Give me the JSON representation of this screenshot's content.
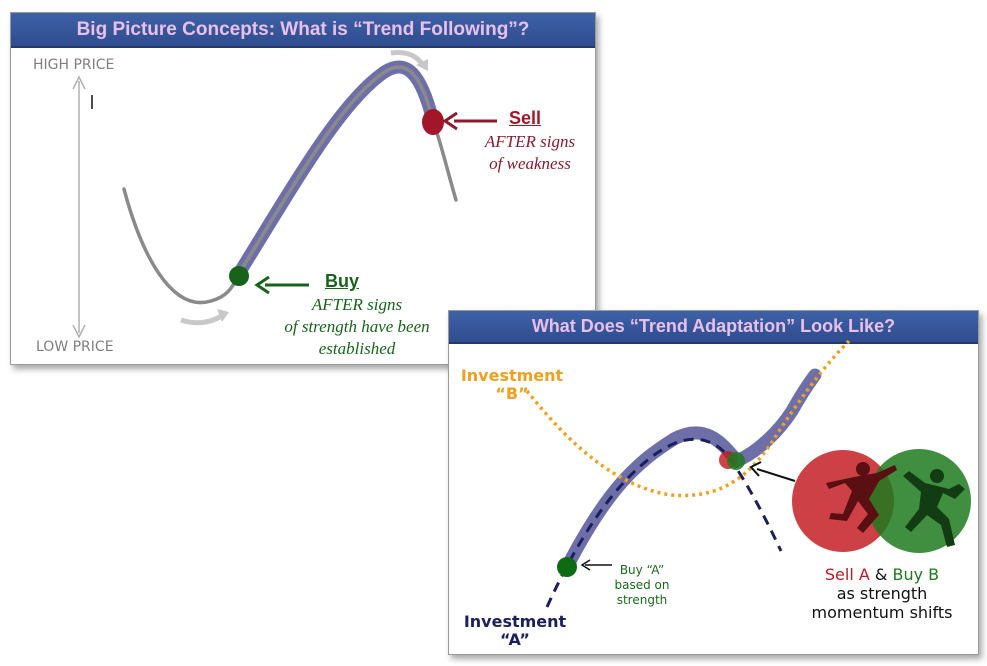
{
  "slide_trend_following": {
    "title": "Big Picture Concepts:  What is “Trend Following”?",
    "axis": {
      "high_label": "HIGH PRICE",
      "low_label": "LOW PRICE"
    },
    "sell": {
      "heading": "Sell",
      "note_line1": "AFTER signs",
      "note_line2": "of weakness",
      "color": "#a3162a"
    },
    "buy": {
      "heading": "Buy",
      "note_line1": "AFTER signs",
      "note_line2": "of strength have been",
      "note_line3": "established",
      "color": "#17631a"
    },
    "colors": {
      "title_bg": "#34549a",
      "title_text": "#e9c0ea",
      "highlight": "#6e6fa8",
      "price_line": "#8a8a8a"
    }
  },
  "slide_trend_adaptation": {
    "title": "What Does “Trend Adaptation” Look Like?",
    "investment_b": {
      "line1": "Investment",
      "line2": "“B”",
      "color": "#f0a020"
    },
    "investment_a": {
      "line1": "Investment",
      "line2": "“A”",
      "color": "#1a1f5e"
    },
    "buy_a_note": {
      "line1": "Buy “A”",
      "line2": "based on",
      "line3": "strength"
    },
    "caption": {
      "sell_a": "Sell A",
      "amp": "&",
      "buy_b": "Buy B",
      "line2": "as strength",
      "line3": "momentum shifts"
    },
    "icons": [
      "runner-red-icon",
      "runner-green-icon"
    ],
    "colors": {
      "sell": "#c1161d",
      "buy": "#1f7a1f"
    }
  }
}
